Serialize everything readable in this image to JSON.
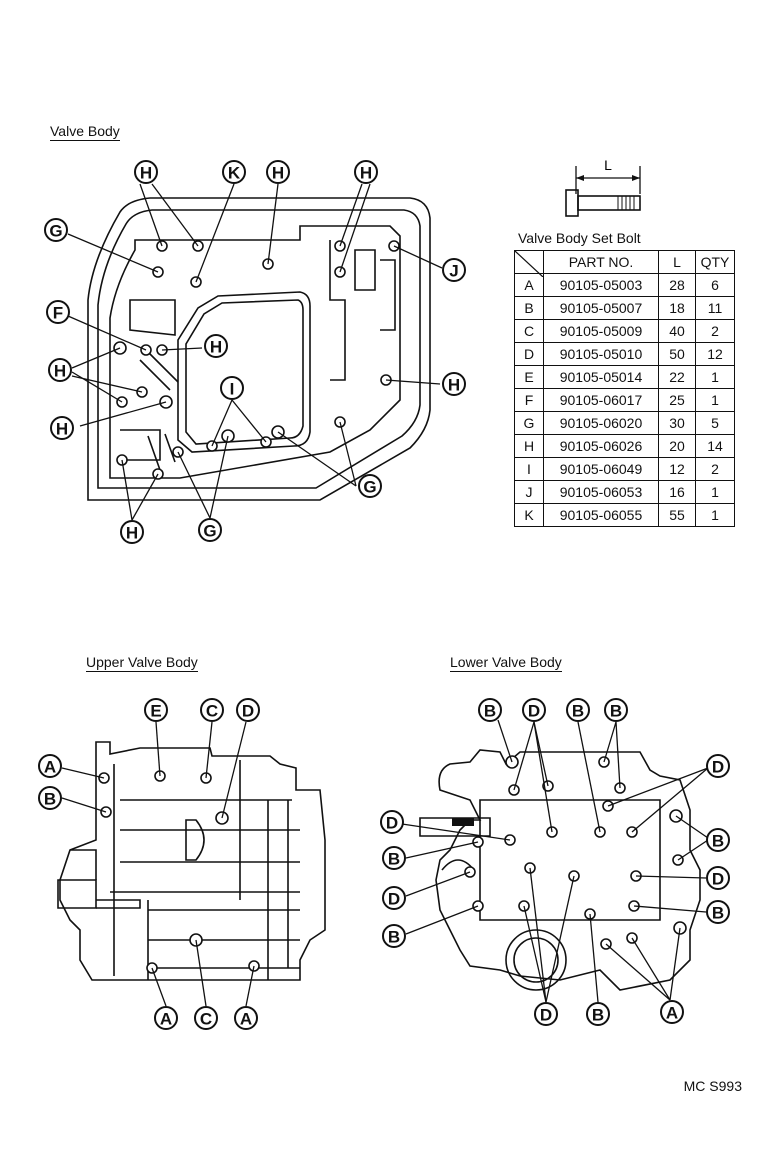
{
  "titles": {
    "valve_body": "Valve Body",
    "upper_valve_body": "Upper Valve Body",
    "lower_valve_body": "Lower Valve Body"
  },
  "bolt_sketch": {
    "dimension_label": "L"
  },
  "table": {
    "title": "Valve Body Set Bolt",
    "headers": {
      "part": "PART NO.",
      "length": "L",
      "qty": "QTY"
    },
    "rows": [
      {
        "letter": "A",
        "part": "90105-05003",
        "length": "28",
        "qty": "6"
      },
      {
        "letter": "B",
        "part": "90105-05007",
        "length": "18",
        "qty": "11"
      },
      {
        "letter": "C",
        "part": "90105-05009",
        "length": "40",
        "qty": "2"
      },
      {
        "letter": "D",
        "part": "90105-05010",
        "length": "50",
        "qty": "12"
      },
      {
        "letter": "E",
        "part": "90105-05014",
        "length": "22",
        "qty": "1"
      },
      {
        "letter": "F",
        "part": "90105-06017",
        "length": "25",
        "qty": "1"
      },
      {
        "letter": "G",
        "part": "90105-06020",
        "length": "30",
        "qty": "5"
      },
      {
        "letter": "H",
        "part": "90105-06026",
        "length": "20",
        "qty": "14"
      },
      {
        "letter": "I",
        "part": "90105-06049",
        "length": "12",
        "qty": "2"
      },
      {
        "letter": "J",
        "part": "90105-06053",
        "length": "16",
        "qty": "1"
      },
      {
        "letter": "K",
        "part": "90105-06055",
        "length": "55",
        "qty": "1"
      }
    ]
  },
  "callout_letters": {
    "A": "A",
    "B": "B",
    "C": "C",
    "D": "D",
    "E": "E",
    "F": "F",
    "G": "G",
    "H": "H",
    "I": "I",
    "J": "J",
    "K": "K"
  },
  "footer": {
    "code": "MC  S993"
  }
}
